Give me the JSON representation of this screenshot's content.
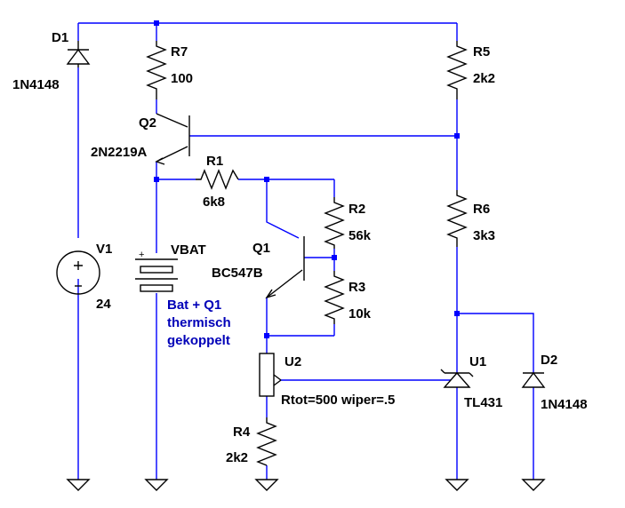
{
  "components": {
    "d1": {
      "name": "D1",
      "value": "1N4148"
    },
    "d2": {
      "name": "D2",
      "value": "1N4148"
    },
    "r7": {
      "name": "R7",
      "value": "100"
    },
    "r5": {
      "name": "R5",
      "value": "2k2"
    },
    "q2": {
      "name": "Q2",
      "value": "2N2219A"
    },
    "r1": {
      "name": "R1",
      "value": "6k8"
    },
    "r2": {
      "name": "R2",
      "value": "56k"
    },
    "r3": {
      "name": "R3",
      "value": "10k"
    },
    "r6": {
      "name": "R6",
      "value": "3k3"
    },
    "q1": {
      "name": "Q1",
      "value": "BC547B"
    },
    "v1": {
      "name": "V1",
      "value": "24"
    },
    "vbat": {
      "name": "VBAT",
      "polarity": "+"
    },
    "u1": {
      "name": "U1",
      "value": "TL431"
    },
    "u2": {
      "name": "U2",
      "value": "Rtot=500 wiper=.5"
    },
    "r4": {
      "name": "R4",
      "value": "2k2"
    }
  },
  "annotation": [
    "Bat + Q1",
    "thermisch",
    "gekoppelt"
  ],
  "colors": {
    "wire": "#0000ff",
    "component": "#000000",
    "note": "#0000b8",
    "background": "#ffffff"
  }
}
